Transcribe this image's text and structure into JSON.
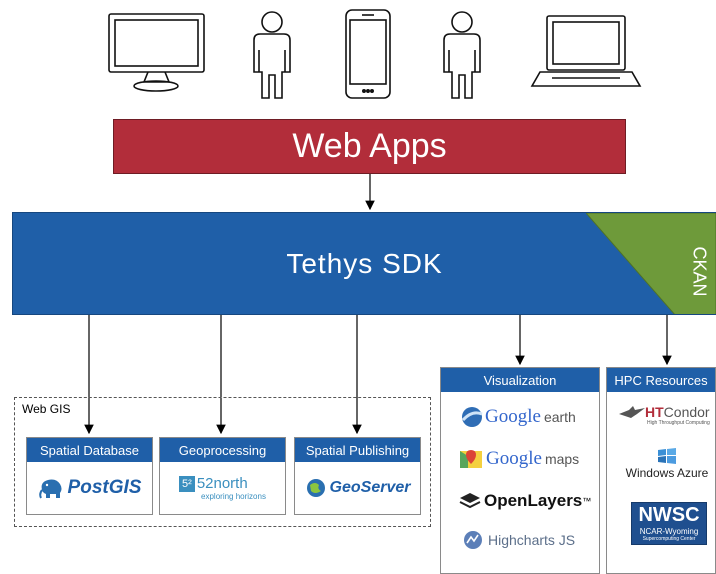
{
  "devices": {
    "desktop_icon": "monitor-icon",
    "person_icon": "person-icon",
    "phone_icon": "smartphone-icon",
    "laptop_icon": "laptop-icon"
  },
  "web_apps": {
    "label": "Web Apps",
    "color": "#b22d3a"
  },
  "sdk": {
    "label": "Tethys SDK",
    "color": "#1f5fa8",
    "ckan_label": "CKAN",
    "ckan_color": "#6e9a3a"
  },
  "web_gis": {
    "title": "Web GIS",
    "cards": [
      {
        "title": "Spatial Database",
        "logo": "PostGIS"
      },
      {
        "title": "Geoprocessing",
        "logo": "52north",
        "logo_sub": "exploring horizons"
      },
      {
        "title": "Spatial Publishing",
        "logo": "GeoServer"
      }
    ]
  },
  "visualization": {
    "title": "Visualization",
    "logos": [
      {
        "name": "Google earth",
        "word1": "Google",
        "word2": "earth"
      },
      {
        "name": "Google maps",
        "word1": "Google",
        "word2": "maps"
      },
      {
        "name": "OpenLayers",
        "word1": "OpenLayers",
        "tm": "™"
      },
      {
        "name": "Highcharts JS",
        "word1": "Highcharts JS"
      }
    ]
  },
  "hpc": {
    "title": "HPC Resources",
    "logos": [
      {
        "name": "HTCondor",
        "word1": "HT",
        "word2": "Condor",
        "sub": "High Throughput Computing"
      },
      {
        "name": "Windows Azure",
        "word1": "Windows Azure"
      },
      {
        "name": "NWSC",
        "word1": "NWSC",
        "sub": "NCAR-Wyoming",
        "sub2": "Supercomputing Center"
      }
    ]
  }
}
